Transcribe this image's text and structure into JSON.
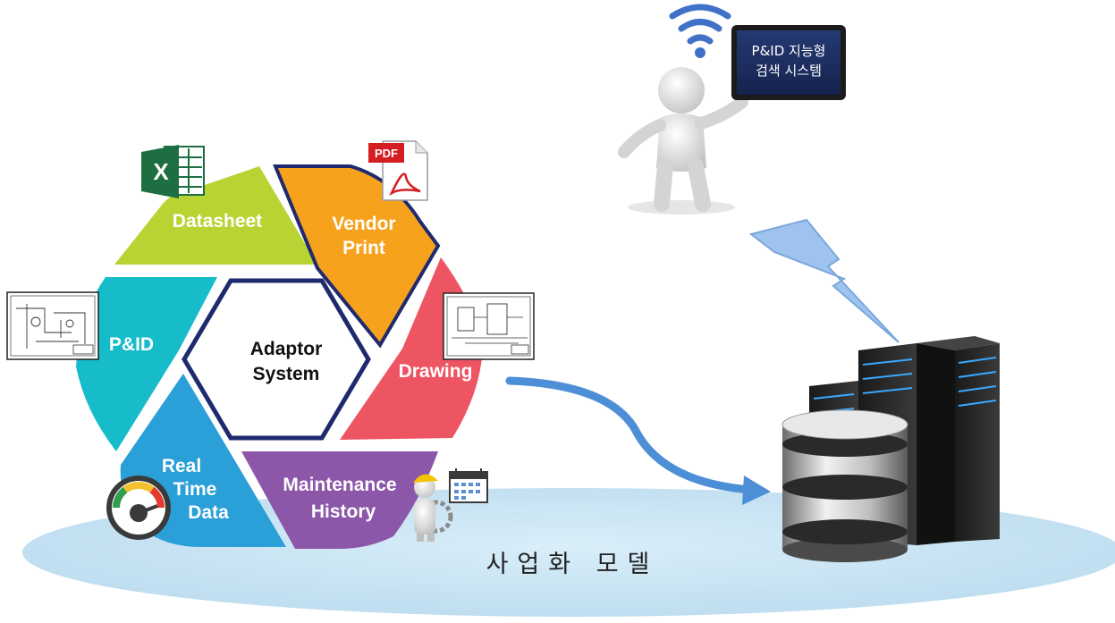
{
  "tablet": {
    "line1": "P&ID 지능형",
    "line2": "검색 시스템"
  },
  "hexagon": {
    "center": {
      "line1": "Adaptor",
      "line2": "System"
    },
    "segments": {
      "datasheet": "Datasheet",
      "vendor_print": {
        "line1": "Vendor",
        "line2": "Print"
      },
      "drawing": "Drawing",
      "maintenance_history": {
        "line1": "Maintenance",
        "line2": "History"
      },
      "real_time_data": {
        "line1": "Real",
        "line2": "Time",
        "line3": "Data"
      },
      "pid": "P&ID"
    }
  },
  "icons": {
    "excel": "X",
    "pdf": "PDF"
  },
  "business_model_label": "사업화 모델",
  "colors": {
    "datasheet": "#b8d433",
    "vendor_print": "#f6a21d",
    "drawing": "#ee5563",
    "maintenance_history": "#8d57a9",
    "real_time_data": "#2a9fd8",
    "pid": "#17bccb",
    "center_border": "#1f2a6e",
    "platform": "#cde6f4",
    "arrow": "#4d8fd6",
    "lightning": "#9ec3ee",
    "wifi": "#3f72c6"
  }
}
